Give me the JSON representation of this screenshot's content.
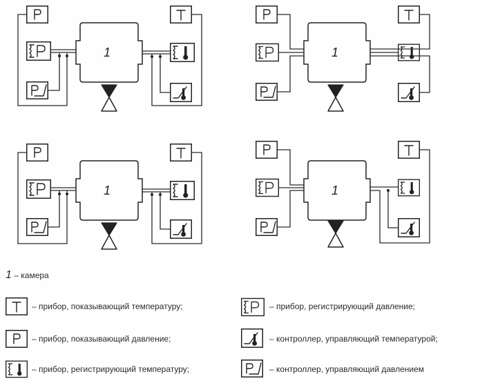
{
  "diagram": {
    "chamber_label": "1",
    "symbols": {
      "temperature_indicator": "T",
      "pressure_indicator": "P",
      "pressure_recorder": "P",
      "pressure_controller": "P"
    }
  },
  "legend": {
    "chamber": {
      "number": "1",
      "text": "– камера"
    },
    "items": {
      "t_indicator": "– прибор, показывающий температуру;",
      "p_indicator": "– прибор, показывающий давление;",
      "t_recorder": "– прибор, регистрирующий температуру;",
      "p_recorder": "– прибор, регистрирующий давление;",
      "t_controller": "– контроллер, управляющий температурой;",
      "p_controller": "– контроллер, управляющий давлением"
    }
  }
}
